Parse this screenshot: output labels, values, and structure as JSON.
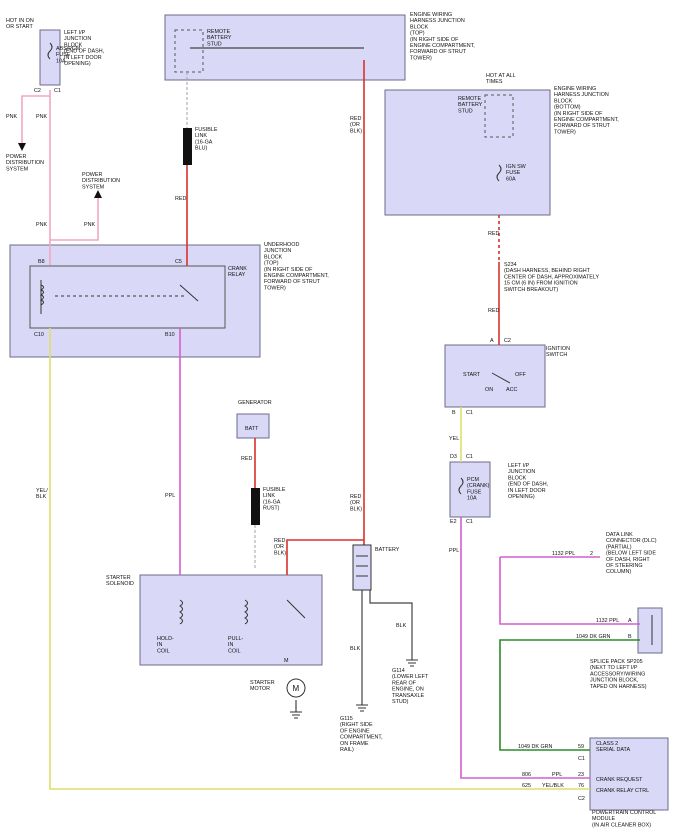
{
  "labels": {
    "hot_run_start": "HOT IN ON\nOR START",
    "left_ip_jb_top": "LEFT I/P\nJUNCTION\nBLOCK\n(END OF DASH,\nIN LEFT DOOR\nOPENING)",
    "abs_pcm_fuse": "ABS/PCM\nFUSE\n10A",
    "pin_c2": "C2",
    "pin_c1": "C1",
    "power_dist_1": "POWER\nDISTRIBUTION\nSYSTEM",
    "power_dist_2": "POWER\nDISTRIBUTION\nSYSTEM",
    "remote_batt_stud_1": "REMOTE\nBATTERY\nSTUD",
    "ewh_jb_top": "ENGINE WIRING\nHARNESS JUNCTION\nBLOCK\n(TOP)\n(IN RIGHT SIDE OF\nENGINE COMPARTMENT,\nFORWARD OF STRUT\nTOWER)",
    "hot_at_all_times": "HOT AT ALL\nTIMES",
    "remote_batt_stud_2": "REMOTE\nBATTERY\nSTUD",
    "ewh_jb_bottom": "ENGINE WIRING\nHARNESS JUNCTION\nBLOCK\n(BOTTOM)\n(IN RIGHT SIDE OF\nENGINE COMPARTMENT,\nFORWARD OF STRUT\nTOWER)",
    "ign_sw_fuse": "IGN SW\nFUSE\n60A",
    "fusible_link_1": "FUSIBLE\nLINK\n(16-GA\nBLU)",
    "underhood_jb": "UNDERHOOD\nJUNCTION\nBLOCK\n(TOP)\n(IN RIGHT SIDE OF\nENGINE COMPARTMENT,\nFORWARD OF STRUT\nTOWER)",
    "crank_relay": "CRANK\nRELAY",
    "pin_b8": "B8",
    "pin_c5": "C5",
    "pin_c10": "C10",
    "pin_b10": "B10",
    "s234": "S234\n(DASH HARNESS, BEHIND RIGHT\nCENTER OF DASH, APPROXIMATELY\n15 CM (6 IN) FROM IGNITION\nSWITCH BREAKOUT)",
    "pin_a": "A",
    "pin_c2_ign": "C2",
    "ignition_switch": "IGNITION\nSWITCH",
    "start": "START",
    "on": "ON",
    "off": "OFF",
    "acc": "ACC",
    "pin_b_ign": "B",
    "pin_c1_ign": "C1",
    "pin_d3": "D3",
    "pin_c1_b": "C1",
    "pcm_crank_fuse": "PCM\n(CRANK)\nFUSE\n10A",
    "left_ip_jb_2": "LEFT I/P\nJUNCTION\nBLOCK\n(END OF DASH,\nIN LEFT DOOR\nOPENING)",
    "pin_e2": "E2",
    "pin_c1_c": "C1",
    "generator": "GENERATOR",
    "batt": "BATT",
    "fusible_link_2": "FUSIBLE\nLINK\n(16-GA\nRUST)",
    "battery": "BATTERY",
    "starter_solenoid": "STARTER\nSOLENOID",
    "hold_in_coil": "HOLD-\nIN\nCOIL",
    "pull_in_coil": "PULL-\nIN\nCOIL",
    "pin_m": "M",
    "starter_motor": "STARTER\nMOTOR",
    "g115": "G115\n(RIGHT SIDE\nOF ENGINE\nCOMPARTMENT,\nON FRAME\nRAIL)",
    "g114": "G114\n(LOWER LEFT\nREAR OF\nENGINE, ON\nTRANSAXLE\nSTUD)",
    "dlc": "DATA LINK\nCONNECTOR (DLC)\n(PARTIAL)\n(BELOW LEFT SIDE\nOF DASH, RIGHT\nOF STEERING\nCOLUMN)",
    "splice_pack": "SPLICE PACK SP205\n(NEXT TO LEFT I/P\nACCESSORY/WIRING\nJUNCTION BLOCK,\nTAPED ON HARNESS)",
    "pcm": "POWERTRAIN CONTROL\nMODULE\n(IN AIR CLEANER BOX)",
    "class2": "CLASS 2\nSERIAL DATA",
    "crank_request": "CRANK REQUEST",
    "crank_relay_ctrl": "CRANK RELAY CTRL",
    "pin_59": "59",
    "pin_c1_pcm": "C1",
    "pin_23": "23",
    "pin_76": "76",
    "pin_c2_pcm": "C2",
    "pin_2": "2",
    "pin_a_sp": "A",
    "pin_b_sp": "B"
  },
  "wires": {
    "pnk_1": "PNK",
    "pnk_2": "PNK",
    "pnk_3": "PNK",
    "pnk_4": "PNK",
    "red_1": "RED",
    "red_or_blk_1": "RED\n(OR\nBLK)",
    "red_2": "RED",
    "red_3": "RED",
    "yel": "YEL",
    "ppl_1": "PPL",
    "ppl_2": "PPL",
    "yel_blk": "YEL/\nBLK",
    "red_4": "RED",
    "red_or_blk_2": "RED\n(OR\nBLK)",
    "red_or_blk_3": "RED\n(OR\nBLK)",
    "blk_1": "BLK",
    "blk_2": "BLK",
    "w1132a": "1132   PPL",
    "w1132b": "1132   PPL",
    "w1049a": "1049   DK GRN",
    "w1049b": "1049   DK GRN",
    "w806": "806",
    "w806_c": "PPL",
    "w625": "625",
    "w625_c": "YEL/BLK"
  },
  "colors": {
    "box_fill": "#d9d9f7",
    "pnk": "#f2a6c4",
    "red": "#d9302b",
    "ppl": "#d45fd0",
    "yel": "#dede6a",
    "grn": "#2c8a2c",
    "blk": "#444444"
  }
}
